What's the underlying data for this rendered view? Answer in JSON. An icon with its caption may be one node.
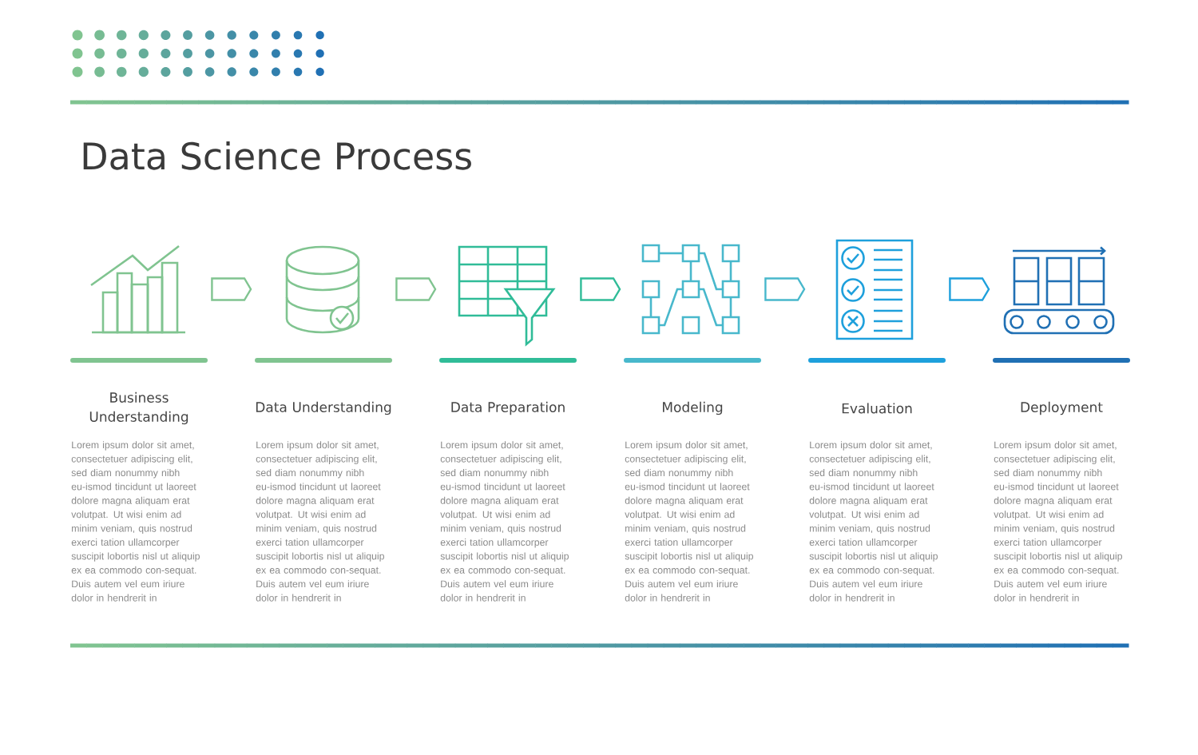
{
  "diagram": {
    "title": "Data Science Process",
    "nodes": [
      {
        "text": [
          "Business Understanding",
          "Lorem ipsum dolor sit amet, consectetuer adipiscing elit, sed diam nonummy nibh eu-ismod tincidunt ut laoreet dolore magna aliquam erat volutpat. Ut wisi enim ad minim veniam, quis nostrud exerci tation ullamcorper suscipit lobortis nisl ut aliquip ex ea commodo con-sequat. Duis autem vel eum iriure dolor in hendrerit in"
        ]
      },
      {
        "text": [
          "Data Understanding",
          "Lorem ipsum dolor sit amet, consectetuer adipiscing elit, sed diam nonummy nibh eu-ismod tincidunt ut laoreet dolore magna aliquam erat volutpat. Ut wisi enim ad minim veniam, quis nostrud exerci tation ullamcorper suscipit lobortis nisl ut aliquip ex ea commodo con-sequat. Duis autem vel eum iriure dolor in hendrerit in"
        ]
      },
      {
        "text": [
          "Data Preparation",
          "Lorem ipsum dolor sit amet, consectetuer adipiscing elit, sed diam nonummy nibh eu-ismod tincidunt ut laoreet dolore magna aliquam erat volutpat. Ut wisi enim ad minim veniam, quis nostrud exerci tation ullamcorper suscipit lobortis nisl ut aliquip ex ea commodo con-sequat. Duis autem vel eum iriure dolor in hendrerit in"
        ]
      },
      {
        "text": [
          "Modeling",
          "Lorem ipsum dolor sit amet, consectetuer adipiscing elit, sed diam nonummy nibh eu-ismod tincidunt ut laoreet dolore magna aliquam erat volutpat. Ut wisi enim ad minim veniam, quis nostrud exerci tation ullamcorper suscipit lobortis nisl ut aliquip ex ea commodo con-sequat. Duis autem vel eum iriure dolor in hendrerit in"
        ]
      },
      {
        "text": [
          "Evaluation",
          "Lorem ipsum dolor sit amet, consectetuer adipiscing elit, sed diam nonummy nibh eu-ismod tincidunt ut laoreet dolore magna aliquam erat volutpat. Ut wisi enim ad minim veniam, quis nostrud exerci tation ullamcorper suscipit lobortis nisl ut aliquip ex ea commodo con-sequat. Duis autem vel eum iriure dolor in hendrerit in"
        ]
      },
      {
        "text": [
          "Deployment",
          "Lorem ipsum dolor sit amet, consectetuer adipiscing elit, sed diam nonummy nibh eu-ismod tincidunt ut laoreet dolore magna aliquam erat volutpat. Ut wisi enim ad minim veniam, quis nostrud exerci tation ullamcorper suscipit lobortis nisl ut aliquip ex ea commodo con-sequat. Duis autem vel eum iriure dolor in hendrerit in"
        ]
      }
    ],
    "edges": [
      {
        "from": 0,
        "to": 1,
        "arrow": "to",
        "color": "#80c490"
      },
      {
        "from": 1,
        "to": 2,
        "arrow": "to",
        "color": "#80c490"
      },
      {
        "from": 2,
        "to": 3,
        "arrow": "to",
        "color": "#30bc98"
      },
      {
        "from": 3,
        "to": 4,
        "arrow": "to",
        "color": "#48b8cc"
      },
      {
        "from": 4,
        "to": 5,
        "arrow": "to",
        "color": "#1ea0dc"
      }
    ]
  }
}
